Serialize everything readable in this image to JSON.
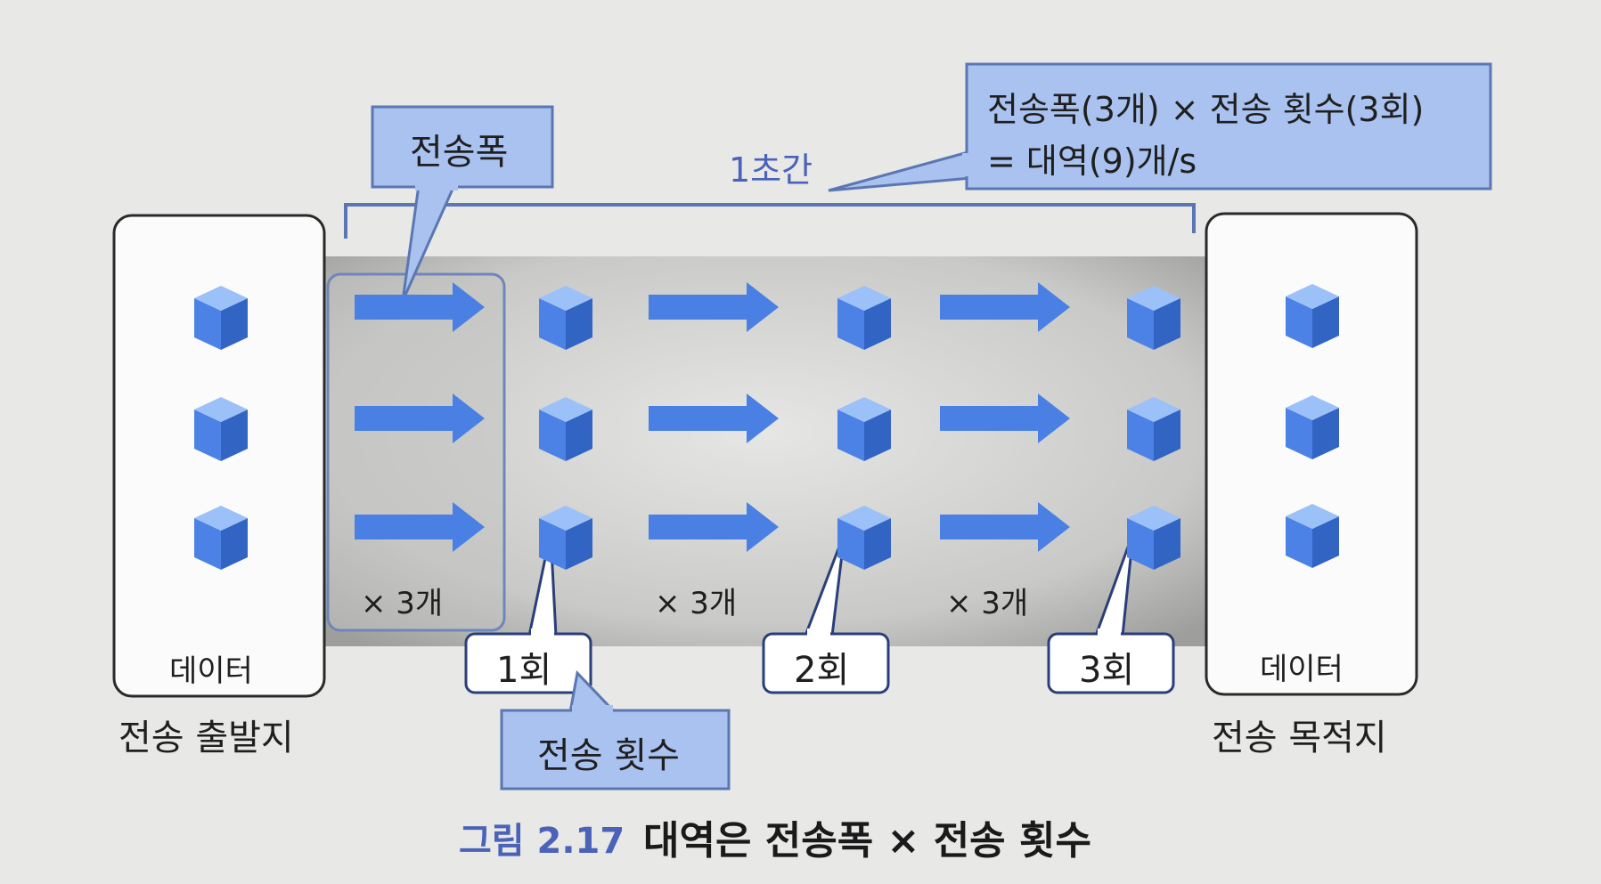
{
  "duration_label": "1초간",
  "width_callout": "전송폭",
  "formula_line1": "전송폭(3개) × 전송 횟수(3회)",
  "formula_line2": "= 대역(9)개/s",
  "data_label": "데이터",
  "source_label": "전송 출발지",
  "destination_label": "전송 목적지",
  "times_label": "× 3개",
  "rounds": [
    "1회",
    "2회",
    "3회"
  ],
  "count_callout": "전송 횟수",
  "caption_number": "그림 2.17",
  "caption_text": "대역은 전송폭 × 전송 횟수",
  "colors": {
    "cube_front": "#4c82e6",
    "cube_top": "#9cc0f8",
    "cube_side": "#3264c4",
    "arrow": "#4a80e4",
    "callout_fill": "#a9c2ef",
    "callout_border": "#5b77b3",
    "channel": "#b8b8b6"
  }
}
